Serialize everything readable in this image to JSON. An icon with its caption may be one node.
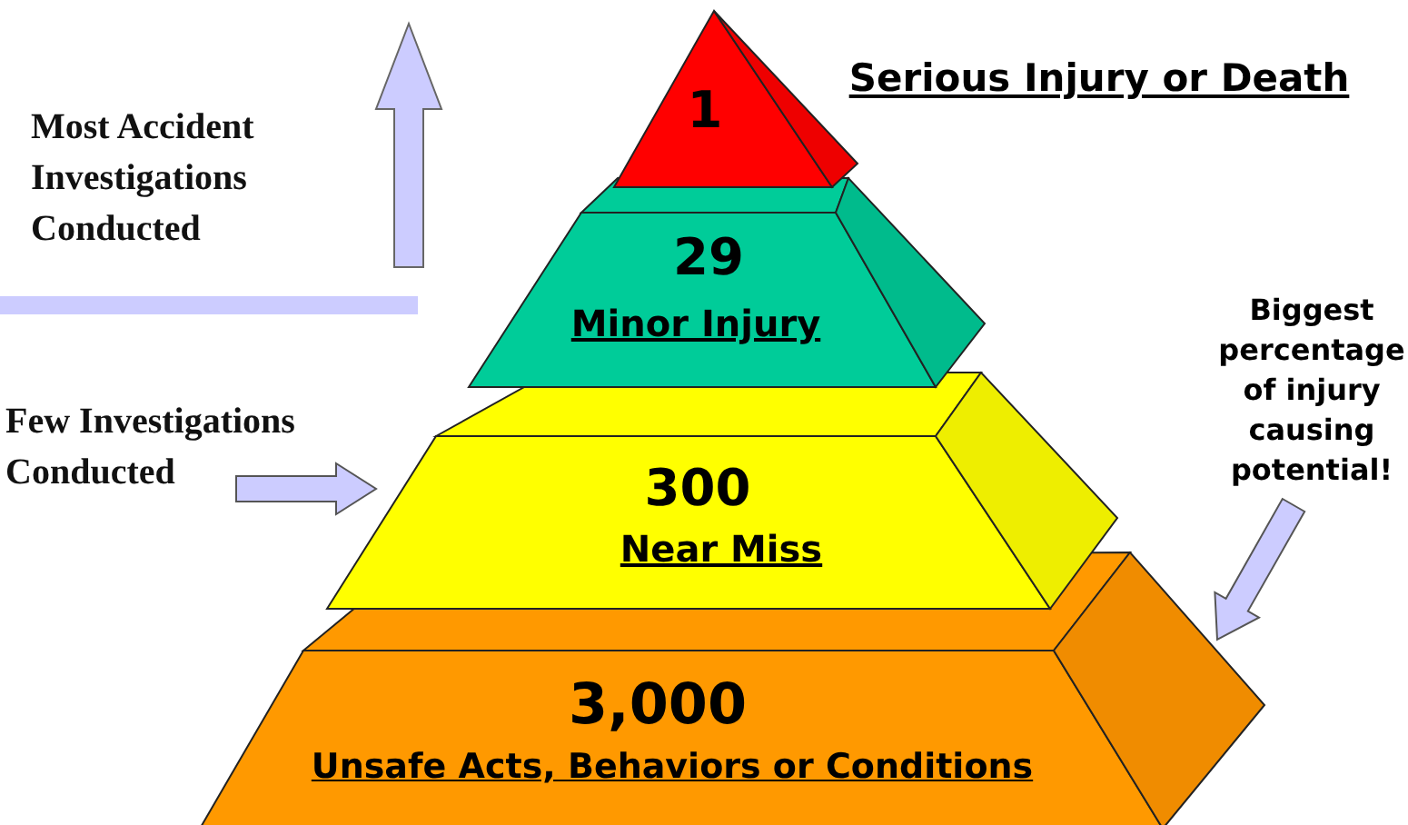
{
  "diagram": {
    "nodes": [
      {
        "text": [
          "1"
        ],
        "beside": [
          "Serious Injury or Death"
        ]
      },
      {
        "text": [
          "29",
          "Minor Injury"
        ]
      },
      {
        "text": [
          "300",
          "Near Miss"
        ]
      },
      {
        "text": [
          "3,000",
          "Unsafe Acts, Behaviors or Conditions"
        ]
      },
      {
        "text": [
          "Most Accident Investigations Conducted"
        ]
      },
      {
        "text": [
          "Few Investigations Conducted"
        ]
      },
      {
        "text": [
          "Biggest percentage of injury causing potential!"
        ]
      }
    ],
    "edges": [
      {
        "from": 5,
        "to": 2,
        "arrow": "to"
      },
      {
        "from": 6,
        "to": 3,
        "arrow": "to"
      }
    ]
  }
}
